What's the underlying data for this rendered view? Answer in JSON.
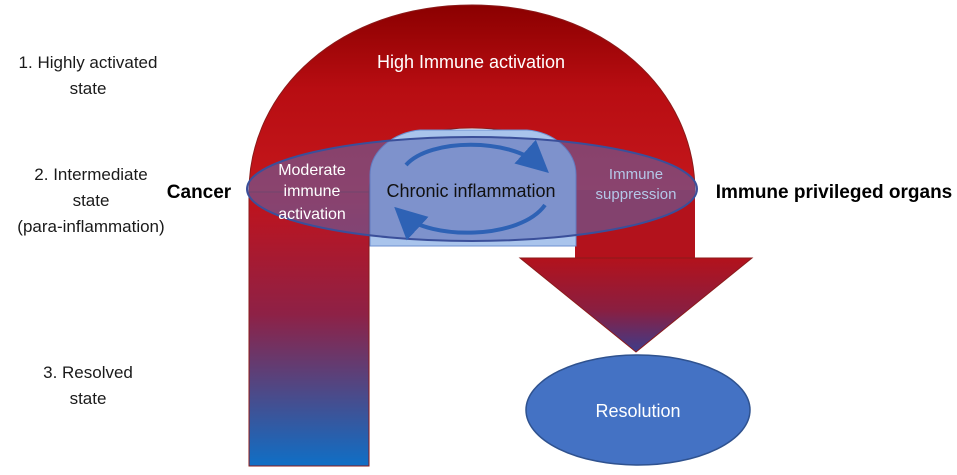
{
  "states": {
    "state1_line1": "1.   Highly activated",
    "state1_line2": "state",
    "state2_line1": "2. Intermediate",
    "state2_line2": "state",
    "state2_line3": "(para-inflammation)",
    "state3_line1": "3. Resolved",
    "state3_line2": "state"
  },
  "labels": {
    "high_activation": "High Immune activation",
    "cancer": "Cancer",
    "immune_privileged": "Immune privileged organs",
    "moderate_line1": "Moderate",
    "moderate_line2": "immune",
    "moderate_line3": "activation",
    "chronic": "Chronic inflammation",
    "suppression_line1": "Immune",
    "suppression_line2": "suppression",
    "resolution": "Resolution"
  },
  "colors": {
    "arch_dark_red": "#8b0000",
    "arch_red": "#c00000",
    "bottom_blue": "#0f6fc6",
    "ellipse_fill": "#5b6ab3",
    "chronic_fill": "#a9c4ec",
    "resolution_fill": "#4472c4",
    "suppression_text": "#b4c7e7"
  }
}
